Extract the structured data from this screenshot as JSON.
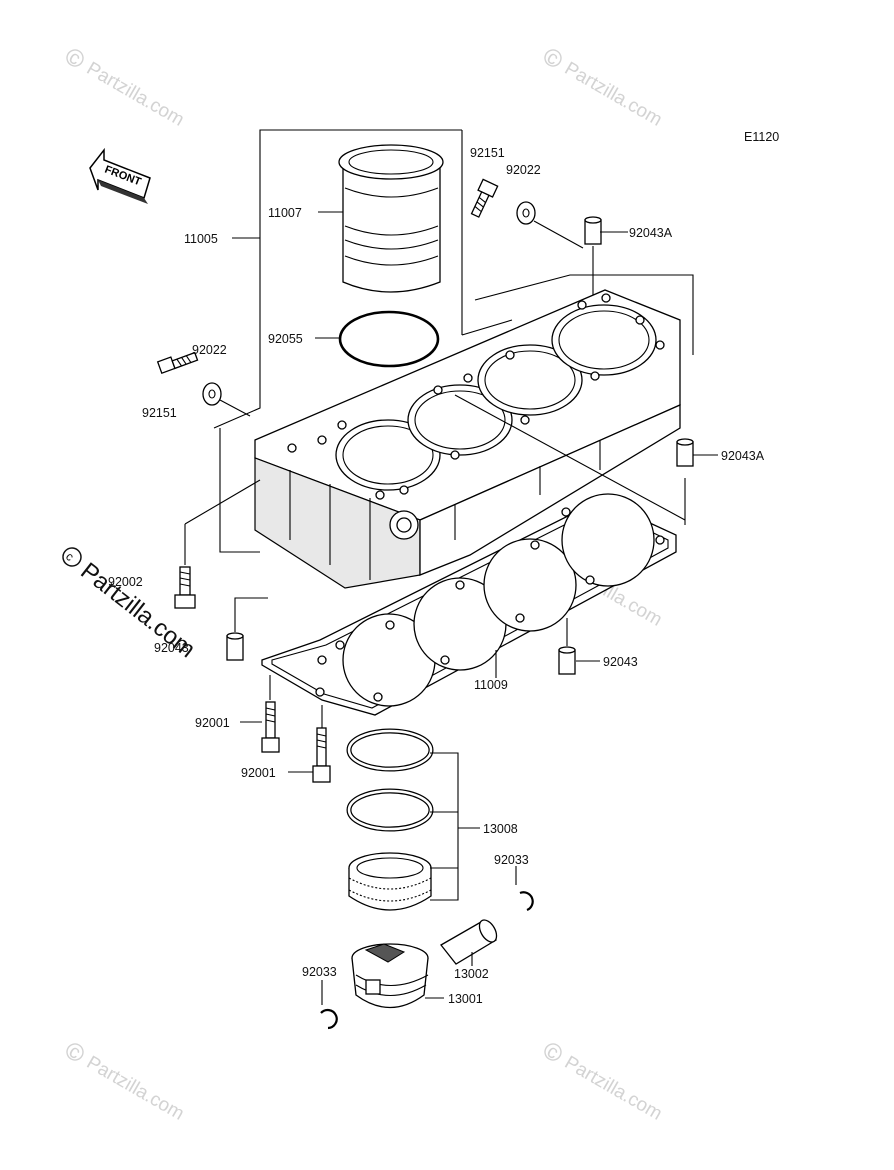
{
  "diagram_code": "E1120",
  "front_label": "FRONT",
  "watermark": "Partzilla.com",
  "parts": [
    {
      "id": "p11007",
      "number": "11007"
    },
    {
      "id": "p11005",
      "number": "11005"
    },
    {
      "id": "p92151a",
      "number": "92151"
    },
    {
      "id": "p92022a",
      "number": "92022"
    },
    {
      "id": "p92043Aa",
      "number": "92043A"
    },
    {
      "id": "p92055",
      "number": "92055"
    },
    {
      "id": "p92022b",
      "number": "92022"
    },
    {
      "id": "p92151b",
      "number": "92151"
    },
    {
      "id": "p92043Ab",
      "number": "92043A"
    },
    {
      "id": "p92002",
      "number": "92002"
    },
    {
      "id": "p92043b",
      "number": "92043"
    },
    {
      "id": "p92043c",
      "number": "92043"
    },
    {
      "id": "p11009",
      "number": "11009"
    },
    {
      "id": "p92001a",
      "number": "92001"
    },
    {
      "id": "p92001b",
      "number": "92001"
    },
    {
      "id": "p13008",
      "number": "13008"
    },
    {
      "id": "p92033a",
      "number": "92033"
    },
    {
      "id": "p13002",
      "number": "13002"
    },
    {
      "id": "p92033b",
      "number": "92033"
    },
    {
      "id": "p13001",
      "number": "13001"
    }
  ]
}
